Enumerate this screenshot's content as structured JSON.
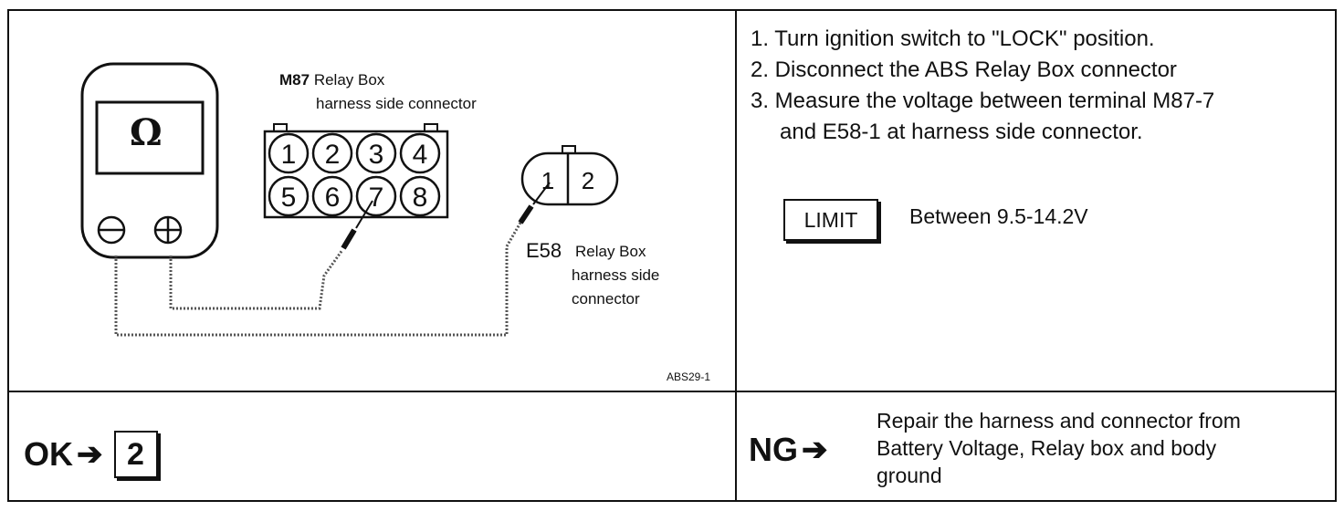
{
  "diagram": {
    "meter_symbol": "Ω",
    "meter_neg_icon": "⊖",
    "meter_pos_icon": "⊕",
    "m87_id": "M87",
    "m87_line1": "Relay Box",
    "m87_line2": "harness side connector",
    "pins": [
      "1",
      "2",
      "3",
      "4",
      "5",
      "6",
      "7",
      "8"
    ],
    "e58_pins": [
      "1",
      "2"
    ],
    "e58_id": "E58",
    "e58_line1": "Relay Box",
    "e58_line2": "harness side",
    "e58_line3": "connector",
    "figure_code": "ABS29-1"
  },
  "instructions": {
    "step1": "1. Turn ignition switch to \"LOCK\" position.",
    "step2": "2. Disconnect the ABS Relay Box connector",
    "step3a": "3. Measure the voltage between terminal M87-7",
    "step3b": "and E58-1 at harness side connector."
  },
  "limit": {
    "label": "LIMIT",
    "value": "Between 9.5-14.2V"
  },
  "result_ok": {
    "label": "OK",
    "arrow": "➔",
    "step": "2"
  },
  "result_ng": {
    "label": "NG",
    "arrow": "➔",
    "line1": "Repair the harness and connector from",
    "line2": "Battery Voltage, Relay box and body",
    "line3": "ground"
  }
}
